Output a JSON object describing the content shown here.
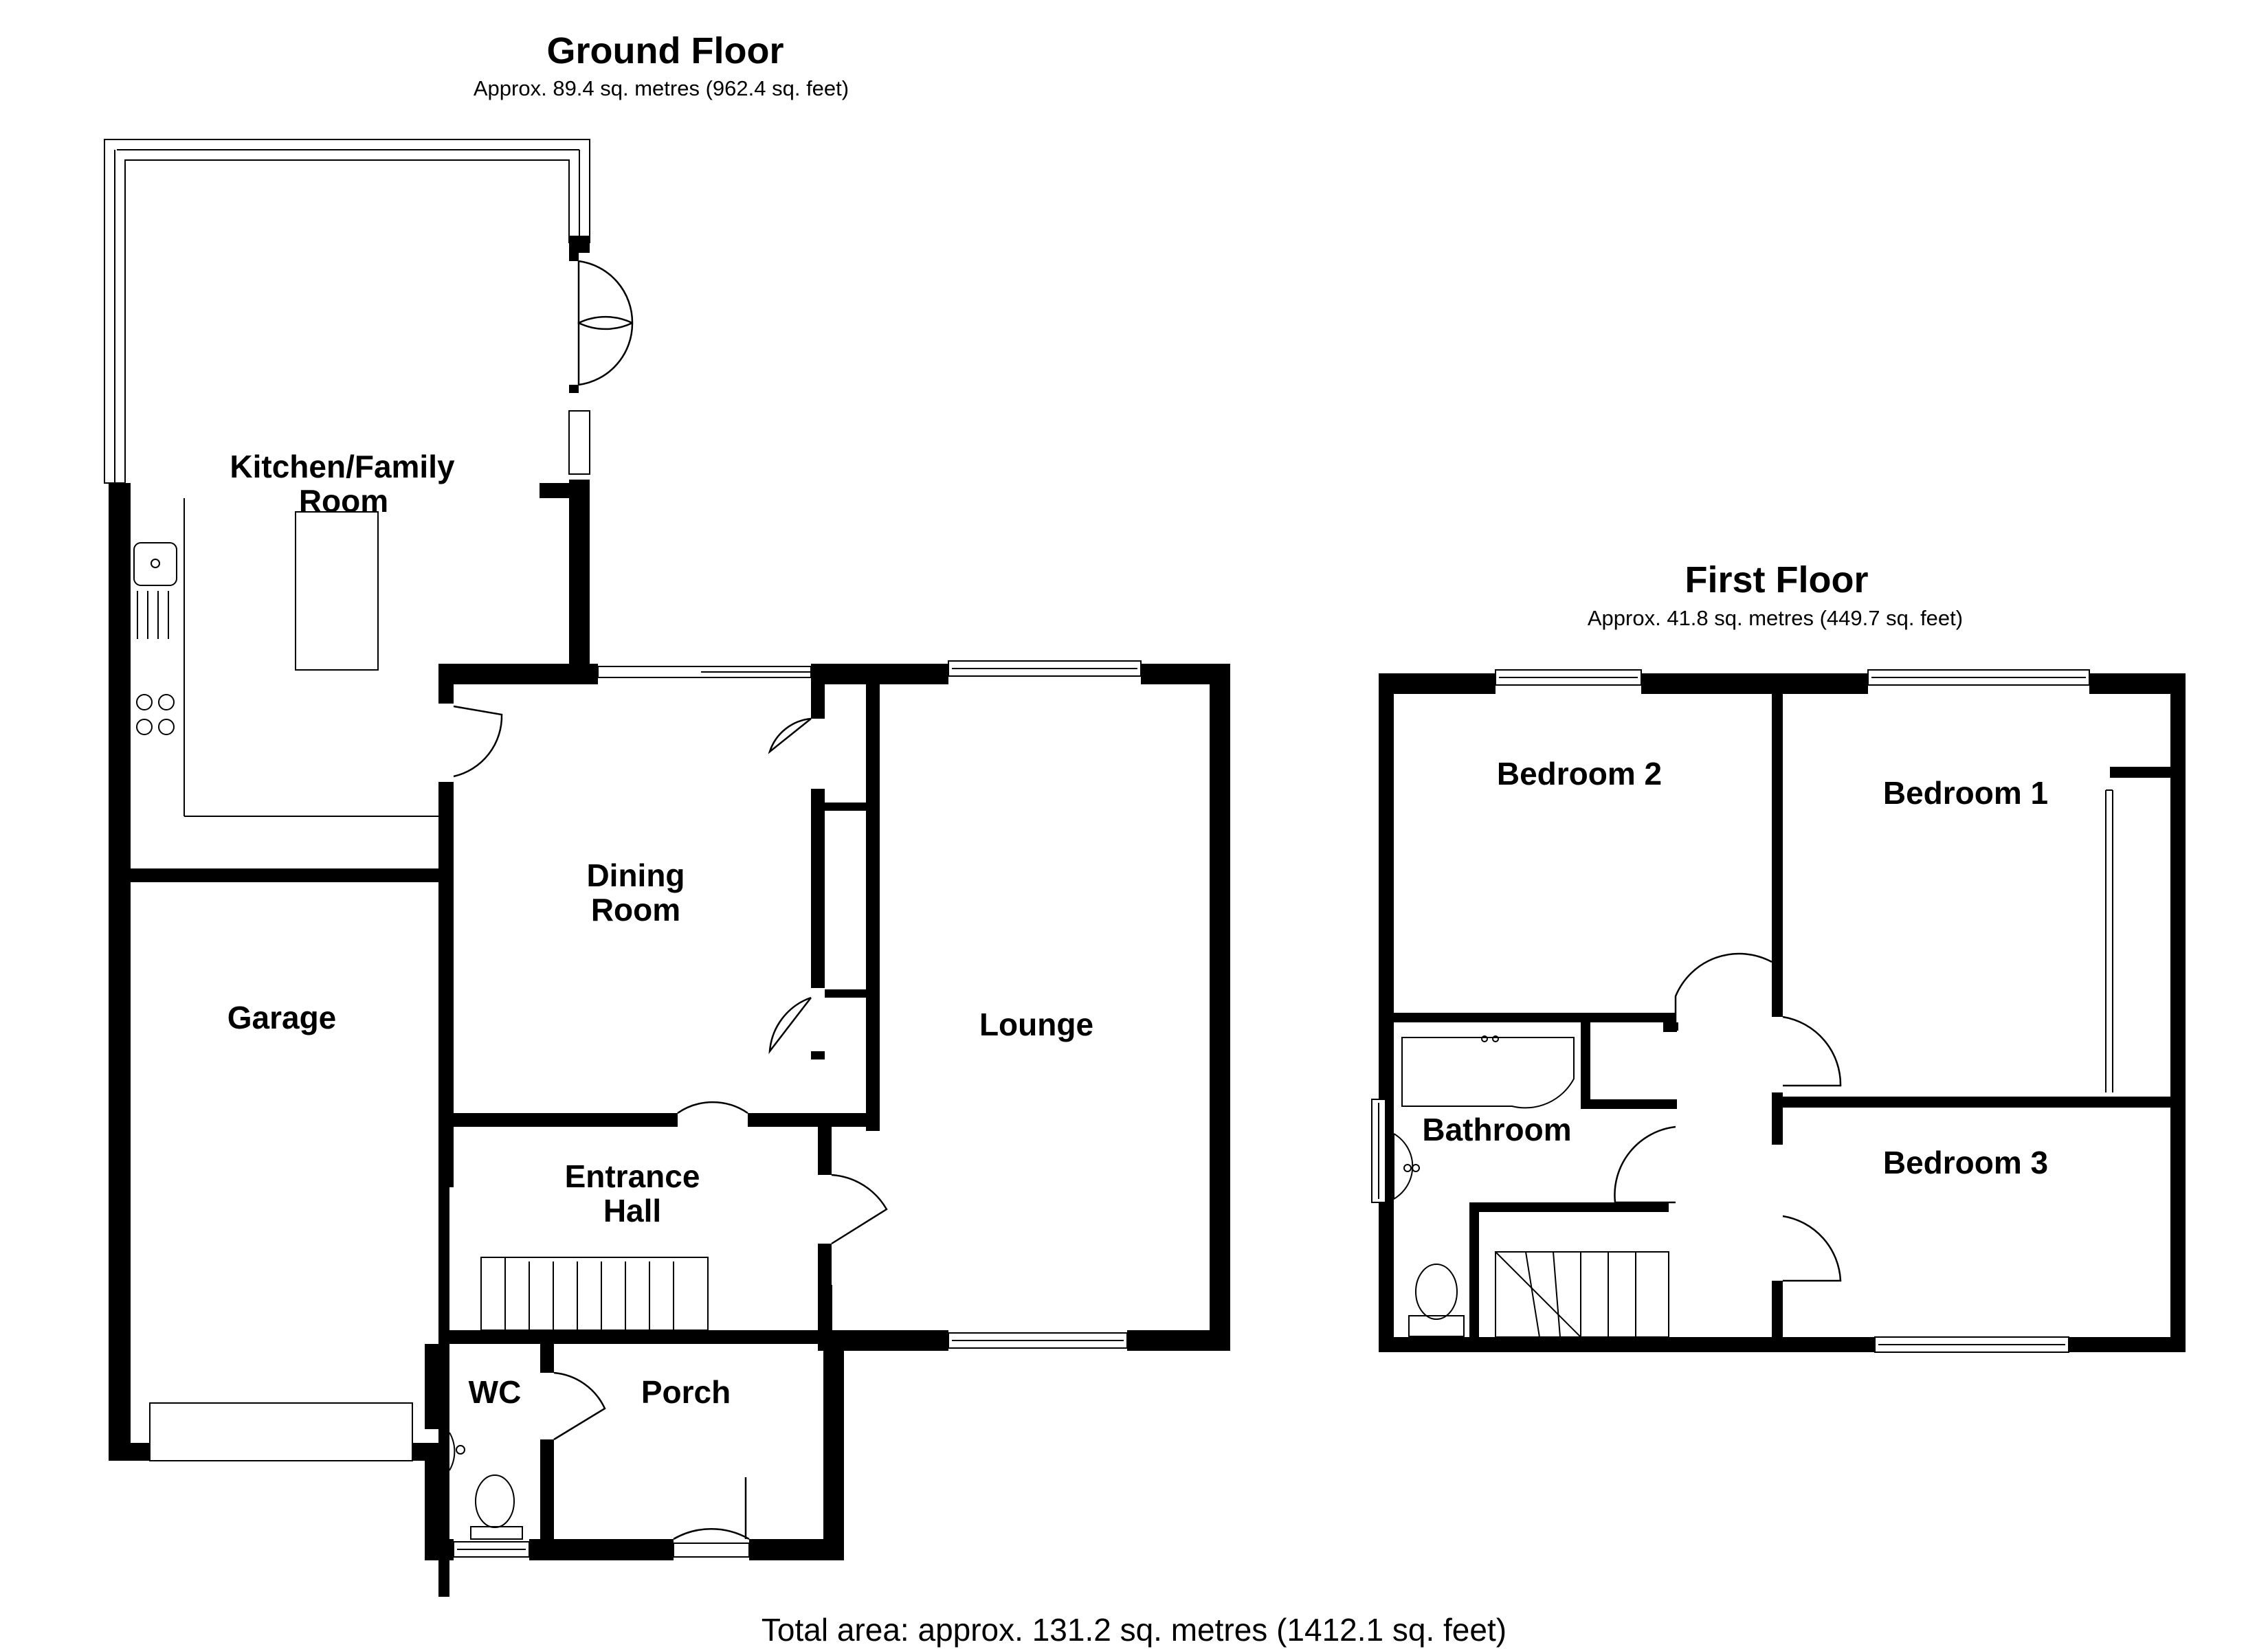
{
  "ground_floor": {
    "title": "Ground Floor",
    "area": "Approx. 89.4 sq. metres (962.4 sq. feet)",
    "rooms": {
      "kitchen_line1": "Kitchen/Family",
      "kitchen_line2": "Room",
      "dining_line1": "Dining",
      "dining_line2": "Room",
      "garage": "Garage",
      "lounge": "Lounge",
      "hall_line1": "Entrance",
      "hall_line2": "Hall",
      "wc": "WC",
      "porch": "Porch"
    }
  },
  "first_floor": {
    "title": "First Floor",
    "area": "Approx. 41.8 sq. metres (449.7 sq. feet)",
    "rooms": {
      "bedroom2": "Bedroom 2",
      "bedroom1": "Bedroom 1",
      "bedroom3": "Bedroom 3",
      "bathroom": "Bathroom"
    }
  },
  "total_area": "Total area: approx. 131.2 sq. metres (1412.1 sq. feet)"
}
